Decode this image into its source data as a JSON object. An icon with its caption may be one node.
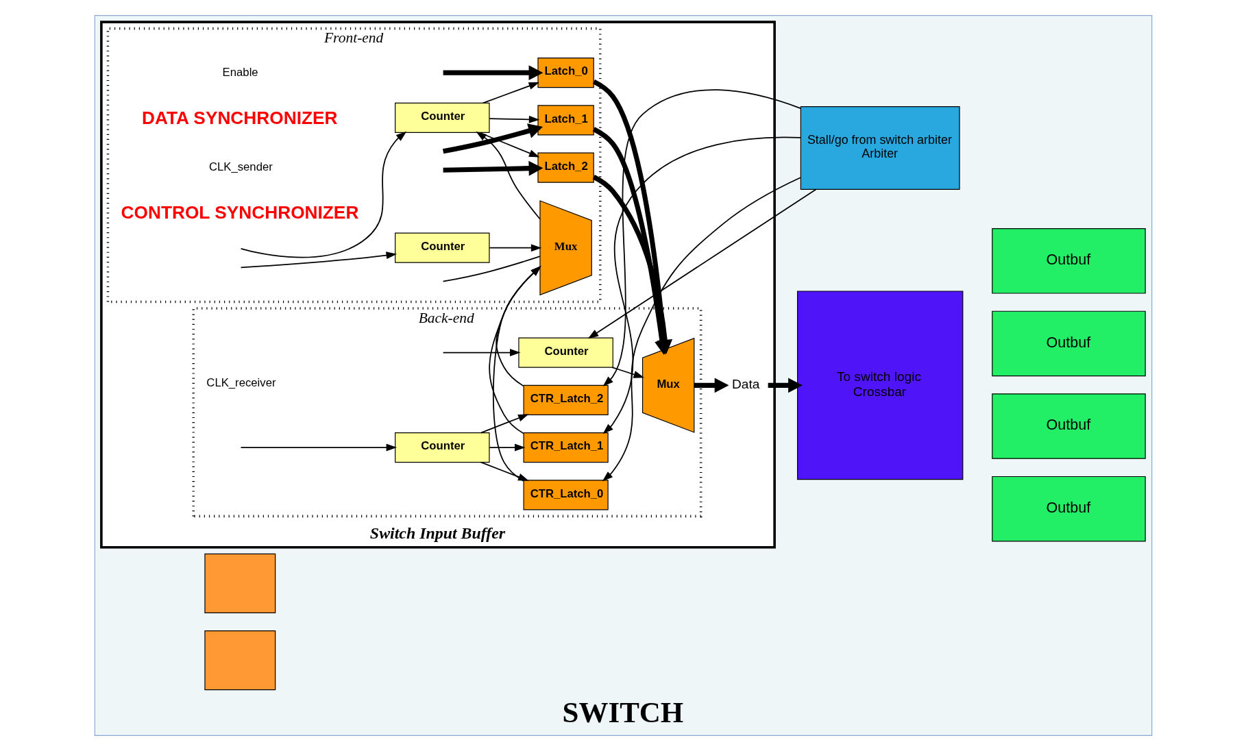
{
  "diagram": {
    "nodes": [
      {
        "text": [
          "SWITCH"
        ]
      },
      {
        "text": [
          "Switch Input Buffer"
        ],
        "in": 0
      },
      {
        "text": [
          "Front-end"
        ],
        "in": 1
      },
      {
        "text": [
          "Back-end"
        ],
        "in": 1
      },
      {
        "text": [
          "Latch_0"
        ],
        "in": 2
      },
      {
        "text": [
          "Latch_1"
        ],
        "in": 2
      },
      {
        "text": [
          "Latch_2"
        ],
        "in": 2
      },
      {
        "text": [
          "Counter"
        ],
        "in": 2
      },
      {
        "text": [
          "Counter"
        ],
        "in": 2
      },
      {
        "text": [
          "Mux"
        ],
        "in": 2
      },
      {
        "text": [
          "Mux"
        ],
        "in": 3
      },
      {
        "text": [
          "Counter"
        ],
        "in": 3
      },
      {
        "text": [
          "Counter"
        ],
        "in": 3
      },
      {
        "text": [
          "CTR_Latch_0"
        ],
        "in": 3
      },
      {
        "text": [
          "CTR_Latch_1"
        ],
        "in": 3
      },
      {
        "text": [
          "CTR_Latch_2"
        ],
        "in": 3
      },
      {
        "text": [
          "Data"
        ],
        "in": 1
      },
      {
        "text": [
          "To switch logic",
          "Crossbar"
        ],
        "in": 0
      },
      {
        "text": [
          "Stall/go from switch arbiter",
          "Arbiter"
        ],
        "in": 0
      },
      {
        "text": [
          "Outbuf"
        ],
        "in": 0
      },
      {
        "text": [
          "Outbuf"
        ],
        "in": 0
      },
      {
        "text": [
          "Outbuf"
        ],
        "in": 0
      },
      {
        "text": [
          "Outbuf"
        ],
        "in": 0
      },
      {
        "text": [],
        "shape": "box",
        "in": 0
      },
      {
        "text": [],
        "shape": "box",
        "in": 0
      }
    ],
    "edges": [
      {
        "from": null,
        "to": 4,
        "arrow": "to",
        "style": "thick"
      },
      {
        "from": null,
        "to": 5,
        "arrow": "to",
        "style": "thick"
      },
      {
        "from": null,
        "to": 6,
        "arrow": "to",
        "style": "thick"
      },
      {
        "from": 4,
        "to": 10,
        "arrow": "to",
        "style": "thick"
      },
      {
        "from": 5,
        "to": 10,
        "arrow": "to",
        "style": "thick"
      },
      {
        "from": 6,
        "to": 10,
        "arrow": "to",
        "style": "thick"
      },
      {
        "from": 10,
        "to": 16,
        "arrow": "to",
        "style": "thick"
      },
      {
        "from": 16,
        "to": 17,
        "arrow": "to",
        "style": "thick"
      },
      {
        "from": 7,
        "to": 4,
        "arrow": "to"
      },
      {
        "from": 7,
        "to": 5,
        "arrow": "to"
      },
      {
        "from": 7,
        "to": 6,
        "arrow": "to"
      },
      {
        "from": 11,
        "to": 10,
        "arrow": "to"
      },
      {
        "from": 9,
        "to": 7,
        "arrow": "to"
      },
      {
        "from": null,
        "to": 7,
        "arrow": "to"
      },
      {
        "from": null,
        "to": 8,
        "arrow": "to"
      },
      {
        "from": null,
        "to": 11,
        "arrow": "to"
      },
      {
        "from": null,
        "to": 12,
        "arrow": "to"
      },
      {
        "from": 8,
        "to": 9,
        "arrow": "to"
      },
      {
        "from": 12,
        "to": 13,
        "arrow": "to"
      },
      {
        "from": 12,
        "to": 14,
        "arrow": "to"
      },
      {
        "from": 12,
        "to": 15,
        "arrow": "to"
      },
      {
        "from": 13,
        "to": 9,
        "arrow": "to"
      },
      {
        "from": 14,
        "to": 9,
        "arrow": "to"
      },
      {
        "from": 15,
        "to": 9,
        "arrow": "to"
      },
      {
        "from": 9,
        "to": null,
        "arrow": "none"
      },
      {
        "from": 18,
        "to": 13,
        "arrow": "to"
      },
      {
        "from": 18,
        "to": 14,
        "arrow": "to"
      },
      {
        "from": 18,
        "to": 15,
        "arrow": "to"
      },
      {
        "from": 18,
        "to": 11,
        "arrow": "to"
      }
    ],
    "labels": [
      "Enable",
      "DATA SYNCHRONIZER",
      "CLK_sender",
      "CLK_receiver",
      "CONTROL SYNCHRONIZER"
    ]
  }
}
